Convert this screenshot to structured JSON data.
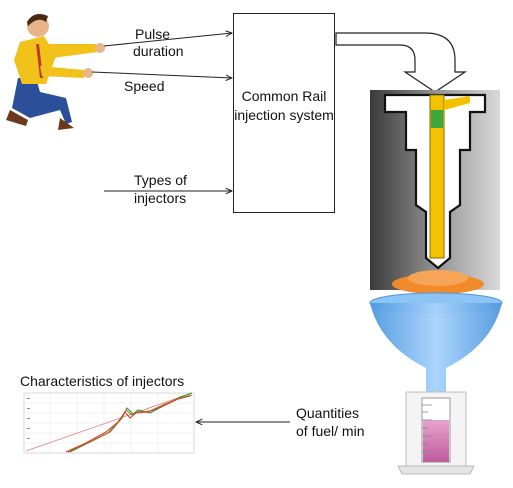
{
  "labels": {
    "pulse_line1": "Pulse",
    "pulse_line2": "duration",
    "speed": "Speed",
    "types_line1": "Types of",
    "types_line2": "injectors",
    "system": "Common Rail injection system",
    "characteristics": "Characteristics  of injectors",
    "quantities_line1": "Quantities",
    "quantities_line2": "of fuel/ min"
  },
  "colors": {
    "injector_body": "#f2c200",
    "spray": "#f08a2a",
    "funnel": "#6fb2f0",
    "cylinder_liquid": "#d77fb6",
    "chart_line_red": "#e03a2a",
    "chart_line_green": "#2a9a3a",
    "chart_line_olive": "#9a7a20"
  },
  "icons": {
    "person": "operator-pointing-icon",
    "injector": "injector-cutaway-icon",
    "funnel": "funnel-icon",
    "cylinder": "measuring-cylinder-icon"
  }
}
